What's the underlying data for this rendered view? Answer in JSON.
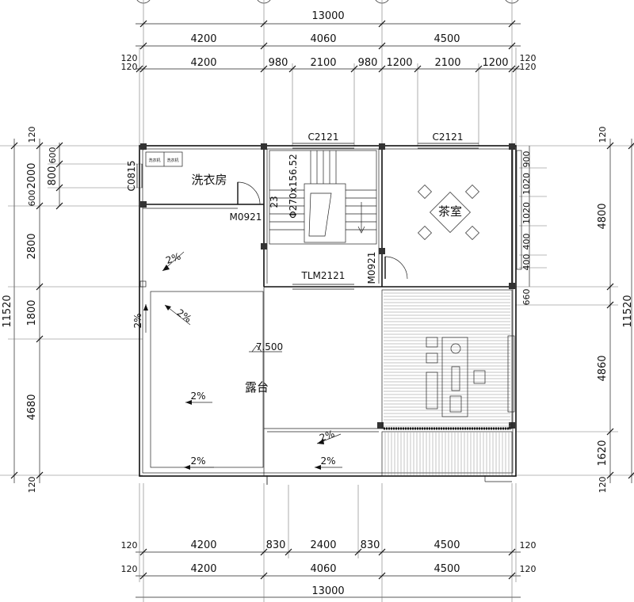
{
  "dimensions": {
    "top_total": "13000",
    "top_row1": [
      "4200",
      "4060",
      "4500"
    ],
    "top_row2": [
      "4200",
      "980",
      "2100",
      "980",
      "1200",
      "2100",
      "1200"
    ],
    "top_edge": [
      "120",
      "120",
      "120",
      "120"
    ],
    "bottom_row1": [
      "4200",
      "830",
      "2400",
      "830",
      "4500"
    ],
    "bottom_row2": [
      "4200",
      "4060",
      "4500"
    ],
    "bottom_total": "13000",
    "bottom_edge": [
      "120",
      "120",
      "120",
      "120"
    ],
    "left_total": "11520",
    "left_segments": [
      "120",
      "2000",
      "800",
      "600",
      "600",
      "2800",
      "1800",
      "4680",
      "120"
    ],
    "right_total": "11520",
    "right_segments": [
      "120",
      "4800",
      "660",
      "4860",
      "1620",
      "120"
    ],
    "right_inner": [
      "900",
      "1020",
      "1020",
      "400",
      "400"
    ]
  },
  "rooms": {
    "laundry": "洗衣房",
    "tea_room": "茶室",
    "terrace": "露台"
  },
  "openings": {
    "window_left": "C2121",
    "window_right": "C2121",
    "window_small": "C0815",
    "door_laundry": "M0921",
    "door_right": "M0921",
    "sliding_door": "TLM2121",
    "stair_note": "Φ270x156.52",
    "stair_steps": "23"
  },
  "slopes": [
    "2%",
    "2%",
    "2%",
    "2%",
    "2%",
    "2%",
    "2%"
  ],
  "elevation": "7.500",
  "appliances": [
    "洗衣机",
    "洗衣机"
  ]
}
